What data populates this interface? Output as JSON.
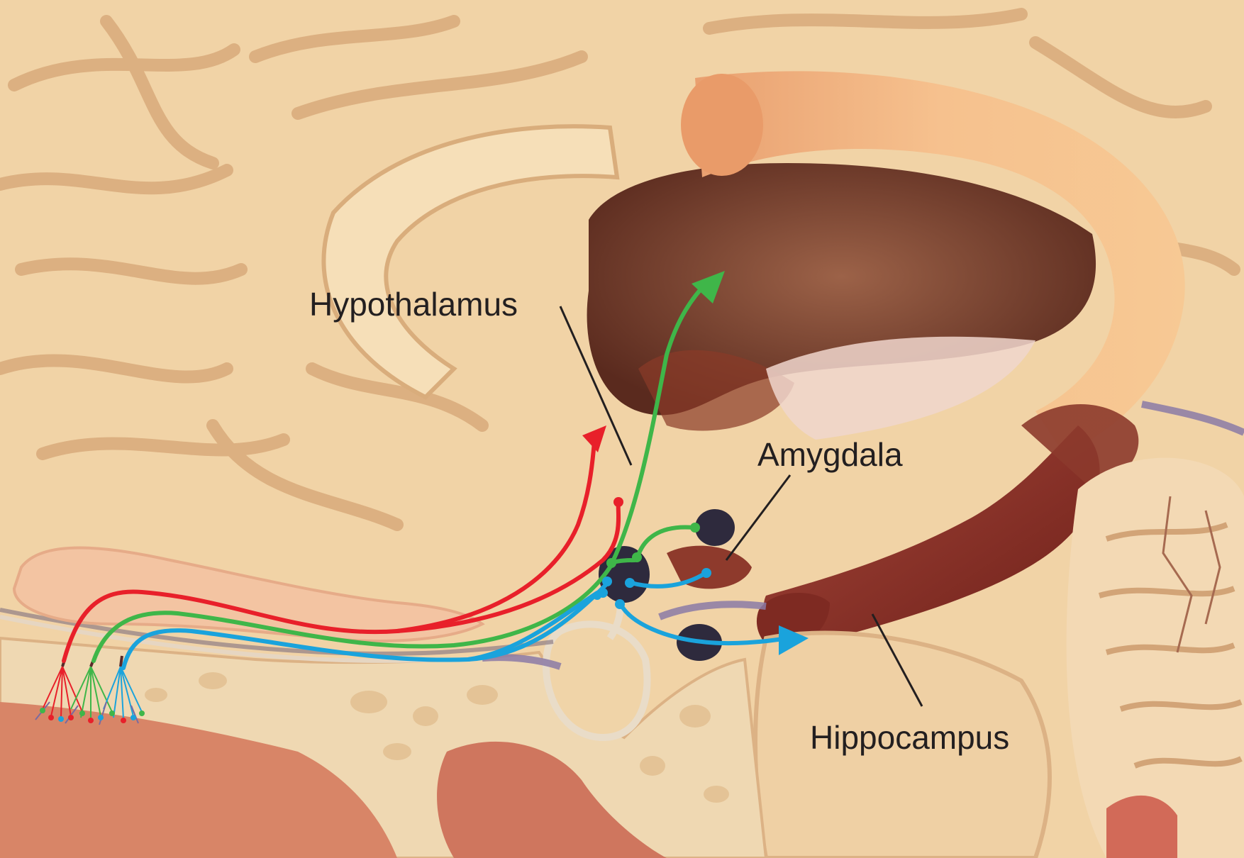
{
  "labels": {
    "hypothalamus": "Hypothalamus",
    "amygdala": "Amygdala",
    "hippocampus": "Hippocampus"
  },
  "colors": {
    "pathway_red": "#e8202a",
    "pathway_green": "#3fb649",
    "pathway_blue": "#1aa3dc",
    "brain_tissue": "#f1d3a6",
    "sulcus": "#d9ad7c",
    "corpus_callosum": "#f3b98a",
    "thalamus": "#7a3f2a",
    "hippocampus": "#7f2a22",
    "olfactory_bulb": "#f3c4a2",
    "nucleus": "#2e2a3d"
  }
}
